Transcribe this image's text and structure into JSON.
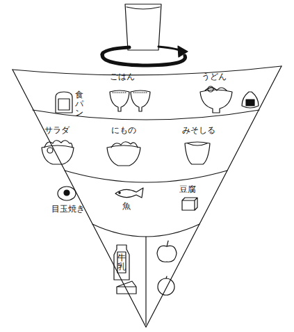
{
  "diagram": {
    "nodes": [
      {
        "text": [
          "食パン",
          "ごはん",
          "うどん"
        ]
      },
      {
        "text": [
          "サラダ",
          "にもの",
          "みそしる"
        ]
      },
      {
        "text": [
          "目玉焼き",
          "魚",
          "豆腐"
        ]
      },
      {
        "text": [
          "牛乳"
        ]
      }
    ]
  }
}
